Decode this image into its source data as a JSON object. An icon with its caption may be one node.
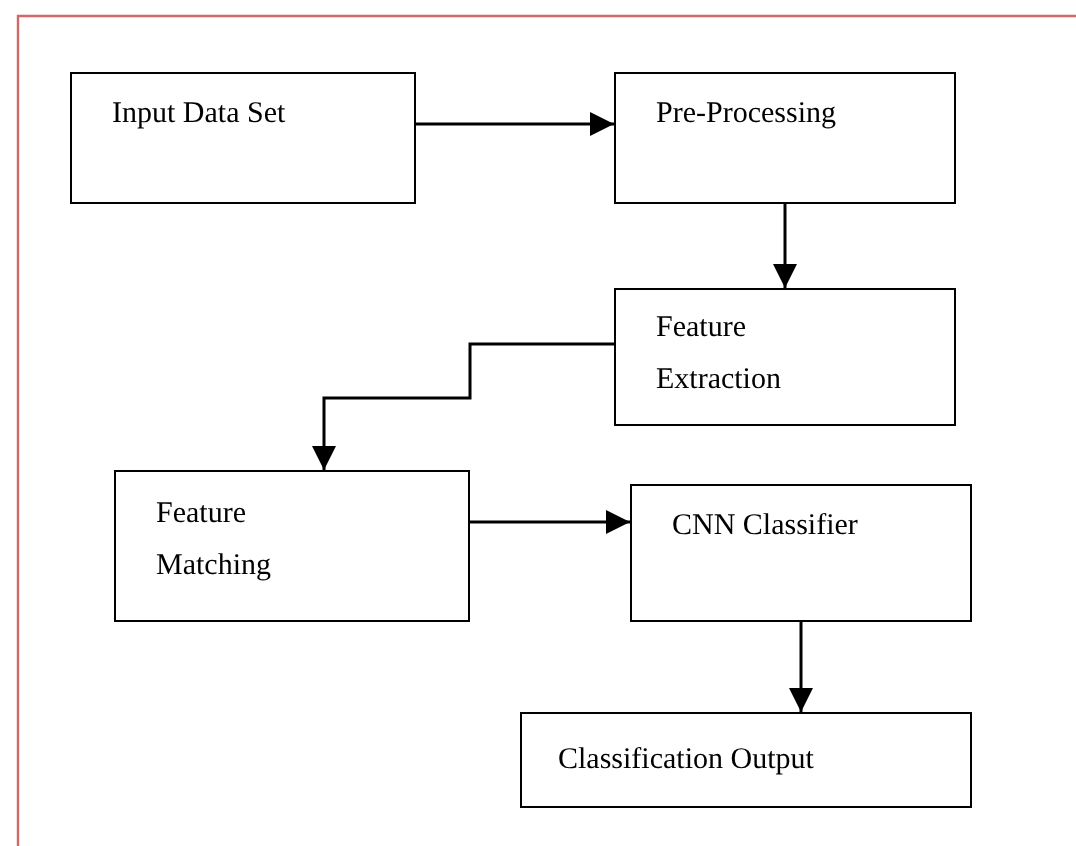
{
  "diagram": {
    "nodes": [
      {
        "text": [
          "Input Data Set"
        ]
      },
      {
        "text": [
          "Pre-Processing"
        ]
      },
      {
        "text": [
          "Feature Extraction"
        ]
      },
      {
        "text": [
          "Feature Matching"
        ]
      },
      {
        "text": [
          "CNN Classifier"
        ]
      },
      {
        "text": [
          "Classification Output"
        ]
      }
    ],
    "edges": [
      {
        "from": 0,
        "to": 1,
        "arrow": "to"
      },
      {
        "from": 1,
        "to": 2,
        "arrow": "to"
      },
      {
        "from": 2,
        "to": 3,
        "arrow": "to"
      },
      {
        "from": 3,
        "to": 4,
        "arrow": "to"
      },
      {
        "from": 4,
        "to": 5,
        "arrow": "to"
      }
    ]
  }
}
